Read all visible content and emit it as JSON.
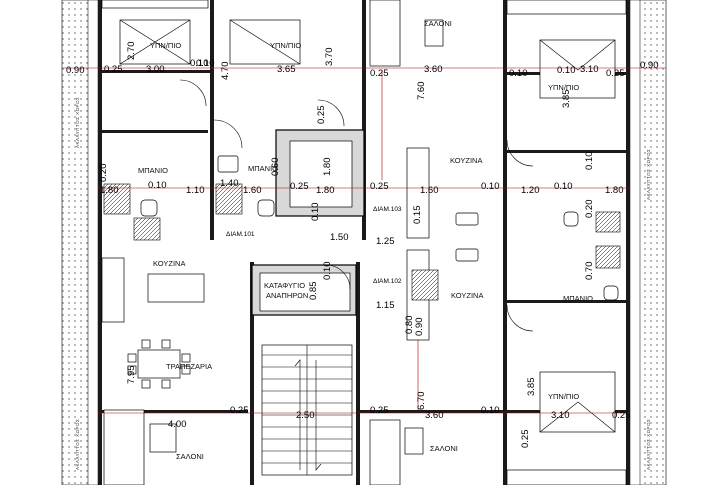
{
  "rooms": {
    "bedroom": "ΥΠΝ/ΠΙΟ",
    "living": "ΣΑΛΟΝΙ",
    "kitchen": "ΚΟΥΖΙΝΑ",
    "bath": "ΜΠΑΝΙΟ",
    "dining": "ΤΡΑΠΕΖΑΡΙΑ",
    "shelter_line1": "ΚΑΤΑΦΥΓΙΟ",
    "shelter_line2": "ΑΝΑΠΗΡΩΝ"
  },
  "corridors": {
    "d101": "ΔΙΑΜ.101",
    "d102": "ΔΙΑΜ.102",
    "d103": "ΔΙΑΜ.103"
  },
  "side_text": {
    "left": "ΑΚΑΛΥΠΤΟΣ ΧΩΡΟΣ",
    "right": "ΑΚΑΛΥΠΤΟΣ ΧΩΡΟΣ"
  },
  "dims": {
    "h_top": [
      "0.90",
      "0.25",
      "3.00",
      "0.10",
      "3.65",
      "0.25",
      "3.60",
      "0.10",
      "3.10",
      "0.25",
      "0.90"
    ],
    "h_mid": [
      "0.10",
      "1.10",
      "1.60",
      "0.25",
      "1.80",
      "0.25",
      "1.60",
      "0.10",
      "1.20",
      "0.10",
      "1.80"
    ],
    "h_bot": [
      "4.00",
      "0.25",
      "2.50",
      "0.25",
      "3.60",
      "0.10",
      "3.10",
      "0.25"
    ],
    "misc": [
      "1.80",
      "0.10",
      "1.40",
      "0.10",
      "1.15",
      "1.50",
      "1.25",
      "0.80",
      "0.85",
      "0.10",
      "0.70",
      "1.20",
      "1.15"
    ],
    "v": [
      "2.70",
      "4.70",
      "3.70",
      "7.60",
      "3.85",
      "0.20",
      "1.80",
      "0.25",
      "0.60",
      "0.15",
      "0.90",
      "3.85",
      "6.70",
      "0.25",
      "7.95",
      "0.10",
      "0.10",
      "0.20"
    ]
  }
}
